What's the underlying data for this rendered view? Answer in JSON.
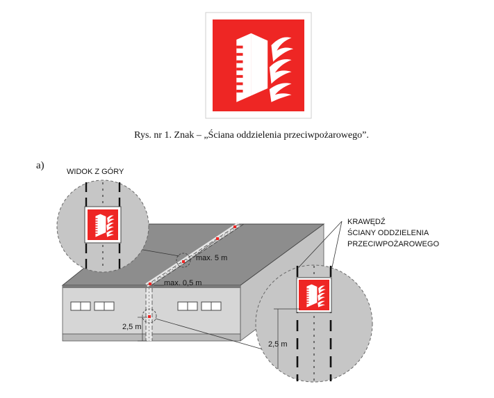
{
  "caption": "Rys. nr 1. Znak – „Ściana oddzielenia przeciwpożarowego”.",
  "panel_label": "a)",
  "top_view_label": "WIDOK Z GÓRY",
  "edge_label": {
    "line1": "KRAWĘDŹ",
    "line2": "ŚCIANY ODDZIELENIA",
    "line3": "PRZECIWPOŻAROWEGO"
  },
  "dimensions": {
    "max_spacing": "max. 5 m",
    "max_offset": "max. 0,5 m",
    "height_building": "2,5 m",
    "height_zoom": "2,5 m"
  },
  "colors": {
    "sign_red": "#ee2624",
    "sign_white": "#ffffff",
    "roof": "#8d8d8d",
    "wall_front": "#d6d6d6",
    "wall_side": "#c3c3c3",
    "zoom_fill": "#c6c6c6"
  },
  "icons": {
    "sign": "fire-separation-wall-icon"
  }
}
